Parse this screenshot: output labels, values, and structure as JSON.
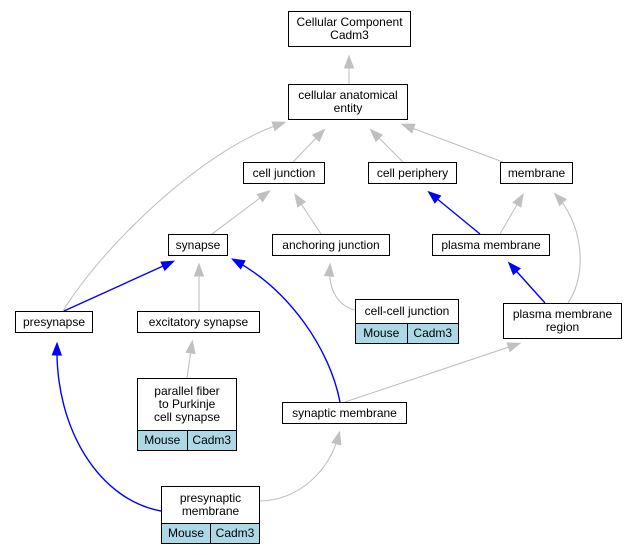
{
  "colors": {
    "is_a": "#c0c0c0",
    "part_of": "#0000ff",
    "annotation_bg": "#add8e6"
  },
  "nodes": {
    "cellular_component": {
      "label": "Cellular Component\nCadm3"
    },
    "cellular_anatomical_entity": {
      "label": "cellular anatomical\nentity"
    },
    "cell_junction": {
      "label": "cell junction"
    },
    "cell_periphery": {
      "label": "cell periphery"
    },
    "membrane": {
      "label": "membrane"
    },
    "synapse": {
      "label": "synapse"
    },
    "anchoring_junction": {
      "label": "anchoring junction"
    },
    "plasma_membrane": {
      "label": "plasma membrane"
    },
    "cell_cell_junction": {
      "label": "cell-cell junction",
      "species": "Mouse",
      "gene": "Cadm3"
    },
    "presynapse": {
      "label": "presynapse"
    },
    "excitatory_synapse": {
      "label": "excitatory synapse"
    },
    "plasma_membrane_region": {
      "label": "plasma membrane\nregion"
    },
    "parallel_fiber_synapse": {
      "label": "parallel fiber\nto Purkinje\ncell synapse",
      "species": "Mouse",
      "gene": "Cadm3"
    },
    "synaptic_membrane": {
      "label": "synaptic membrane"
    },
    "presynaptic_membrane": {
      "label": "presynaptic\nmembrane",
      "species": "Mouse",
      "gene": "Cadm3"
    }
  },
  "edges": [
    {
      "from": "cellular_anatomical_entity",
      "to": "cellular_component",
      "type": "is_a"
    },
    {
      "from": "cell_junction",
      "to": "cellular_anatomical_entity",
      "type": "is_a"
    },
    {
      "from": "cell_periphery",
      "to": "cellular_anatomical_entity",
      "type": "is_a"
    },
    {
      "from": "membrane",
      "to": "cellular_anatomical_entity",
      "type": "is_a"
    },
    {
      "from": "presynapse",
      "to": "cellular_anatomical_entity",
      "type": "is_a"
    },
    {
      "from": "synapse",
      "to": "cell_junction",
      "type": "is_a"
    },
    {
      "from": "anchoring_junction",
      "to": "cell_junction",
      "type": "is_a"
    },
    {
      "from": "plasma_membrane",
      "to": "cell_periphery",
      "type": "part_of"
    },
    {
      "from": "plasma_membrane",
      "to": "membrane",
      "type": "is_a"
    },
    {
      "from": "plasma_membrane_region",
      "to": "membrane",
      "type": "is_a"
    },
    {
      "from": "cell_cell_junction",
      "to": "anchoring_junction",
      "type": "is_a"
    },
    {
      "from": "presynapse",
      "to": "synapse",
      "type": "part_of"
    },
    {
      "from": "excitatory_synapse",
      "to": "synapse",
      "type": "is_a"
    },
    {
      "from": "synaptic_membrane",
      "to": "synapse",
      "type": "part_of"
    },
    {
      "from": "plasma_membrane_region",
      "to": "plasma_membrane",
      "type": "part_of"
    },
    {
      "from": "parallel_fiber_synapse",
      "to": "excitatory_synapse",
      "type": "is_a"
    },
    {
      "from": "synaptic_membrane",
      "to": "plasma_membrane_region",
      "type": "is_a"
    },
    {
      "from": "presynaptic_membrane",
      "to": "presynapse",
      "type": "part_of"
    },
    {
      "from": "presynaptic_membrane",
      "to": "synaptic_membrane",
      "type": "is_a"
    }
  ]
}
